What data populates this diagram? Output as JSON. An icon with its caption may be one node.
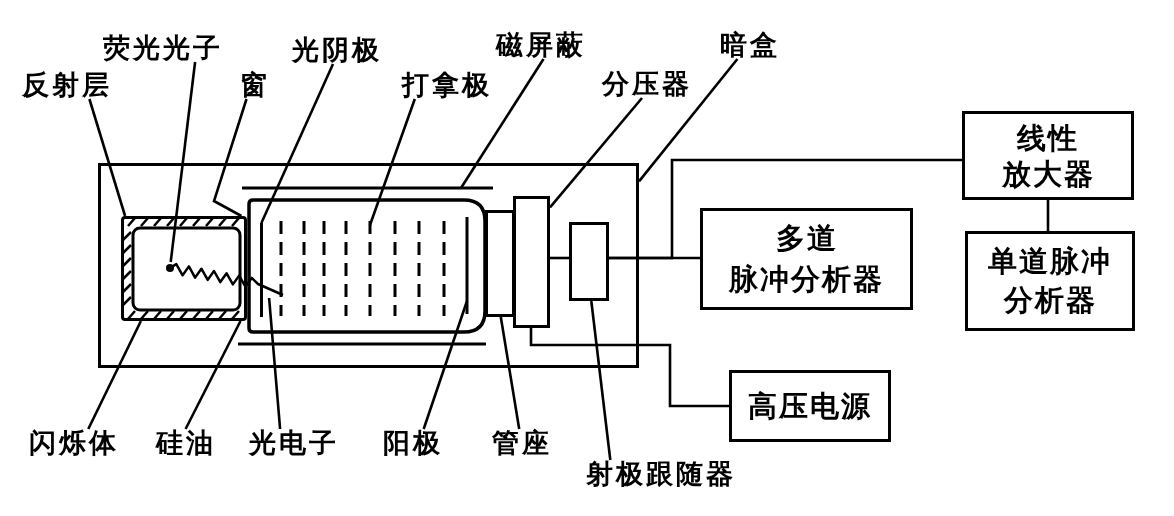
{
  "diagram": {
    "nodes": [
      {
        "text": [
          "反射层"
        ]
      },
      {
        "text": [
          "荧光光子"
        ]
      },
      {
        "text": [
          "窗"
        ]
      },
      {
        "text": [
          "光阴极"
        ]
      },
      {
        "text": [
          "打拿极"
        ]
      },
      {
        "text": [
          "磁屏蔽"
        ]
      },
      {
        "text": [
          "分压器"
        ]
      },
      {
        "text": [
          "暗盒"
        ]
      },
      {
        "text": [
          "线性放大器"
        ]
      },
      {
        "text": [],
        "shape": "box"
      },
      {
        "text": [],
        "shape": "box",
        "in": 9
      },
      {
        "text": [],
        "shape": "zigzag",
        "in": 9
      },
      {
        "text": [],
        "shape": "box",
        "in": 9
      },
      {
        "text": [],
        "shape": "box",
        "in": 9
      },
      {
        "text": [],
        "shape": "box",
        "in": 9
      },
      {
        "text": [
          "多道脉冲分析器"
        ]
      },
      {
        "text": [
          "单道脉冲分析器"
        ]
      },
      {
        "text": [
          "高压电源"
        ]
      },
      {
        "text": [
          "闪烁体"
        ]
      },
      {
        "text": [
          "硅油"
        ]
      },
      {
        "text": [
          "光电子"
        ]
      },
      {
        "text": [
          "阳极"
        ]
      },
      {
        "text": [
          "管座"
        ]
      },
      {
        "text": [
          "射极跟随器"
        ]
      },
      {
        "text": [],
        "shape": "bar",
        "in": 9
      }
    ],
    "edges": [
      {
        "from": 0,
        "to": 10,
        "arrow": "none"
      },
      {
        "from": 1,
        "to": 11,
        "arrow": "none"
      },
      {
        "from": 2,
        "to": 10,
        "arrow": "none"
      },
      {
        "from": 3,
        "to": 24,
        "arrow": "none"
      },
      {
        "from": 4,
        "to": null,
        "arrow": "none"
      },
      {
        "from": 5,
        "to": null,
        "arrow": "none"
      },
      {
        "from": 6,
        "to": 13,
        "arrow": "none"
      },
      {
        "from": 7,
        "to": 9,
        "arrow": "none"
      },
      {
        "from": 18,
        "to": 10,
        "arrow": "none"
      },
      {
        "from": 19,
        "to": 10,
        "arrow": "none"
      },
      {
        "from": 20,
        "to": 11,
        "arrow": "none"
      },
      {
        "from": 21,
        "to": null,
        "arrow": "none"
      },
      {
        "from": 22,
        "to": 12,
        "arrow": "none"
      },
      {
        "from": 23,
        "to": 14,
        "arrow": "none"
      },
      {
        "from": 14,
        "to": 15,
        "arrow": "none"
      },
      {
        "from": 14,
        "to": 8,
        "arrow": "none"
      },
      {
        "from": 8,
        "to": 16,
        "arrow": "none"
      },
      {
        "from": 13,
        "to": 17,
        "arrow": "none"
      },
      {
        "from": 13,
        "to": 14,
        "arrow": "none"
      }
    ]
  }
}
